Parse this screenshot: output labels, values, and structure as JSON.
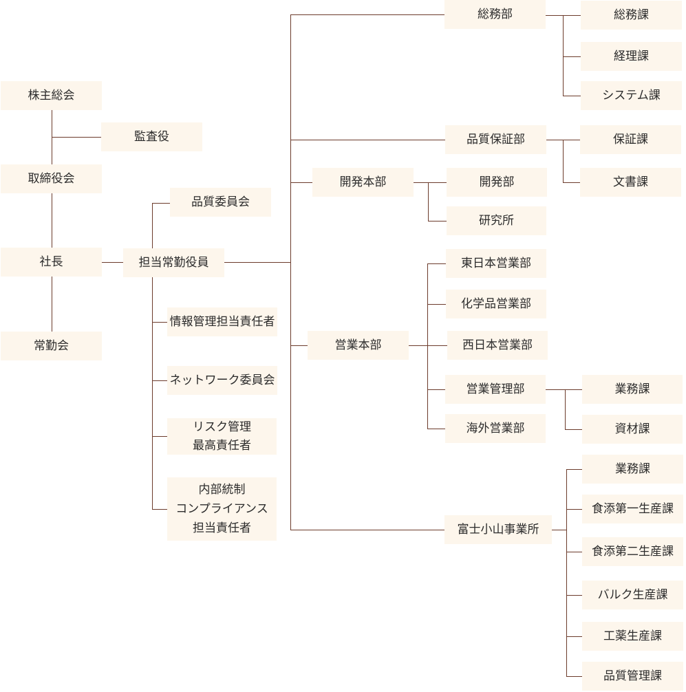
{
  "governance": {
    "shareholders_meeting": "株主総会",
    "auditor": "監査役",
    "board": "取締役会",
    "president": "社長",
    "standing_council": "常勤会"
  },
  "executive": {
    "title": "担当常勤役員",
    "quality_committee": "品質委員会",
    "info_manager": "情報管理担当責任者",
    "network_committee": "ネットワーク委員会",
    "risk_officer": "リスク管理\n最高責任者",
    "compliance_officer": "内部統制\nコンプライアンス\n担当責任者"
  },
  "general_affairs": {
    "label": "総務部",
    "sections": [
      "総務課",
      "経理課",
      "システム課"
    ]
  },
  "quality_assurance": {
    "label": "品質保証部",
    "sections": [
      "保証課",
      "文書課"
    ]
  },
  "development": {
    "label": "開発本部",
    "units": [
      "開発部",
      "研究所"
    ]
  },
  "sales": {
    "label": "営業本部",
    "units": [
      "東日本営業部",
      "化学品営業部",
      "西日本営業部",
      "営業管理部",
      "海外営業部"
    ],
    "sales_admin_sections": [
      "業務課",
      "資材課"
    ]
  },
  "oyama_plant": {
    "label": "富士小山事業所",
    "sections": [
      "業務課",
      "食添第一生産課",
      "食添第二生産課",
      "バルク生産課",
      "工薬生産課",
      "品質管理課"
    ]
  },
  "colors": {
    "box": "#fdf6ec",
    "line": "#6b3a2a",
    "text": "#2b2b2b"
  }
}
